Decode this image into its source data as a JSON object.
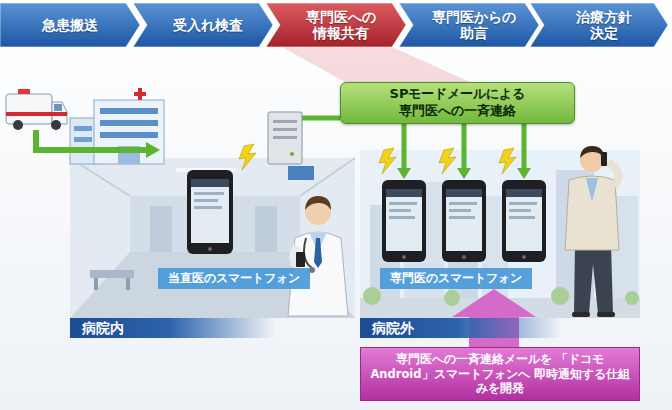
{
  "diagram": {
    "nodes": [
      {
        "text": [
          "急患搬送"
        ]
      },
      {
        "text": [
          "受入れ検査"
        ]
      },
      {
        "text": [
          "専門医への 情報共有"
        ]
      },
      {
        "text": [
          "専門医からの 助言"
        ]
      },
      {
        "text": [
          "治療方針 決定"
        ]
      },
      {
        "text": [
          "SPモードメールによる 専門医への一斉連絡"
        ]
      },
      {
        "text": [
          "当直医のスマートフォン"
        ]
      },
      {
        "text": [
          "専門医のスマートフォン"
        ]
      },
      {
        "text": [
          "病院内"
        ]
      },
      {
        "text": [
          "病院外"
        ]
      },
      {
        "text": [
          "専門医への一斉連絡メールを 「ドコモ Android」スマートフォンへ 即時通知する仕組みを開発"
        ]
      }
    ],
    "edges": [
      {
        "from": 10,
        "to": 7,
        "arrow": "to"
      }
    ]
  }
}
